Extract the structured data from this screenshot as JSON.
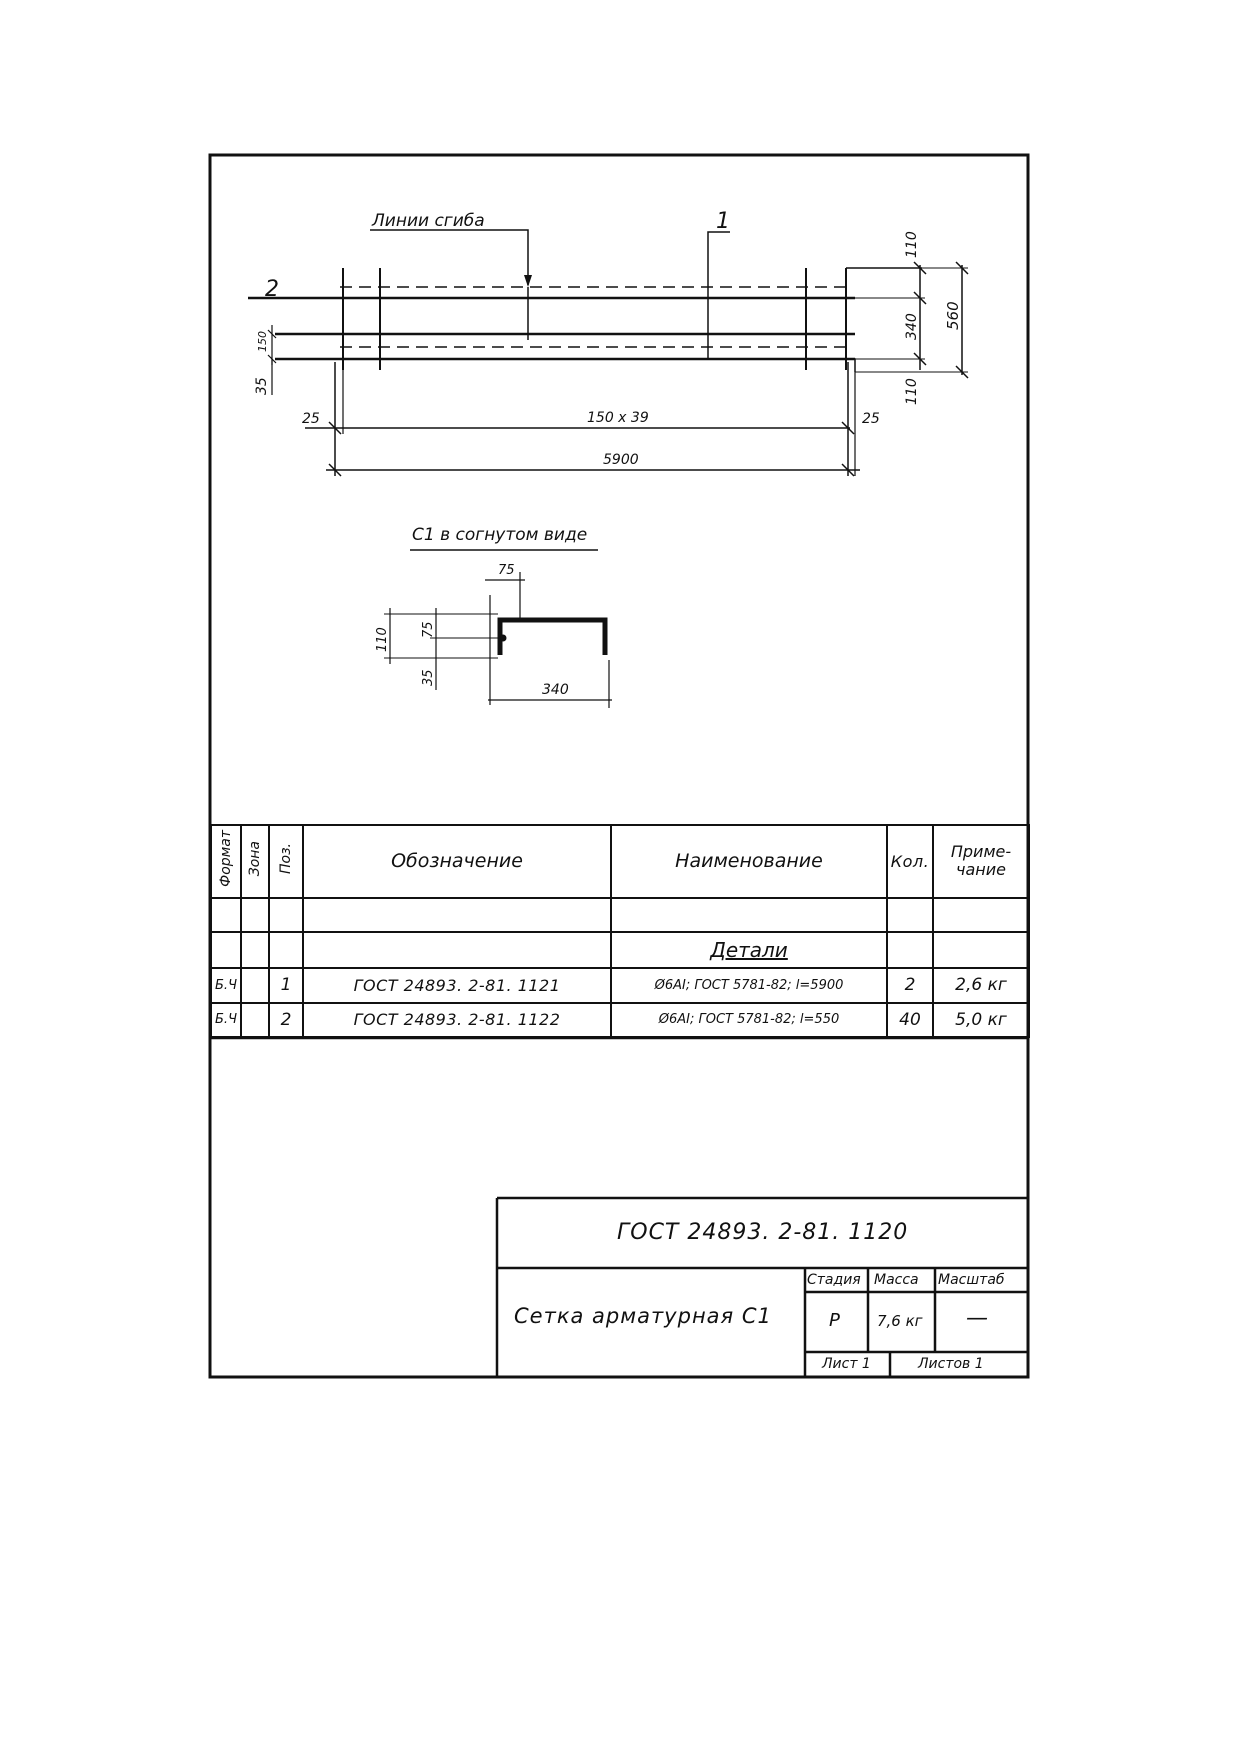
{
  "drawing": {
    "bend_lines_label": "Линии сгиба",
    "pos1_callout": "1",
    "pos2_callout": "2",
    "dim_110_top": "110",
    "dim_340": "340",
    "dim_110_bottom": "110",
    "dim_560": "560",
    "dim_150": "150",
    "dim_35": "35",
    "dim_25_left": "25",
    "dim_25_right": "25",
    "dim_150x39": "150 x 39",
    "dim_5900": "5900",
    "bent_view_title": "С1 в согнутом виде",
    "bent_75_top": "75",
    "bent_110": "110",
    "bent_75_side": "75",
    "bent_35": "35",
    "bent_340": "340"
  },
  "spec_table": {
    "headers": {
      "format": "Формат",
      "zone": "Зона",
      "pos": "Поз.",
      "designation": "Обозначение",
      "name": "Наименование",
      "qty": "Кол.",
      "note": "Приме-чание"
    },
    "section": "Детали",
    "rows": [
      {
        "format": "Б.Ч",
        "zone": "",
        "pos": "1",
        "designation": "ГОСТ 24893. 2-81. 1121",
        "name": "Ø6AI; ГОСТ 5781-82; l=5900",
        "qty": "2",
        "note": "2,6 кг"
      },
      {
        "format": "Б.Ч",
        "zone": "",
        "pos": "2",
        "designation": "ГОСТ 24893. 2-81. 1122",
        "name": "Ø6AI; ГОСТ 5781-82; l=550",
        "qty": "40",
        "note": "5,0 кг"
      }
    ]
  },
  "title_block": {
    "doc_number": "ГОСТ 24893. 2-81. 1120",
    "item_name": "Сетка арматурная С1",
    "stage_label": "Стадия",
    "mass_label": "Масса",
    "scale_label": "Масштаб",
    "stage_value": "Р",
    "mass_value": "7,6 кг",
    "scale_value": "—",
    "sheet_label": "Лист 1",
    "sheets_label": "Листов 1"
  }
}
